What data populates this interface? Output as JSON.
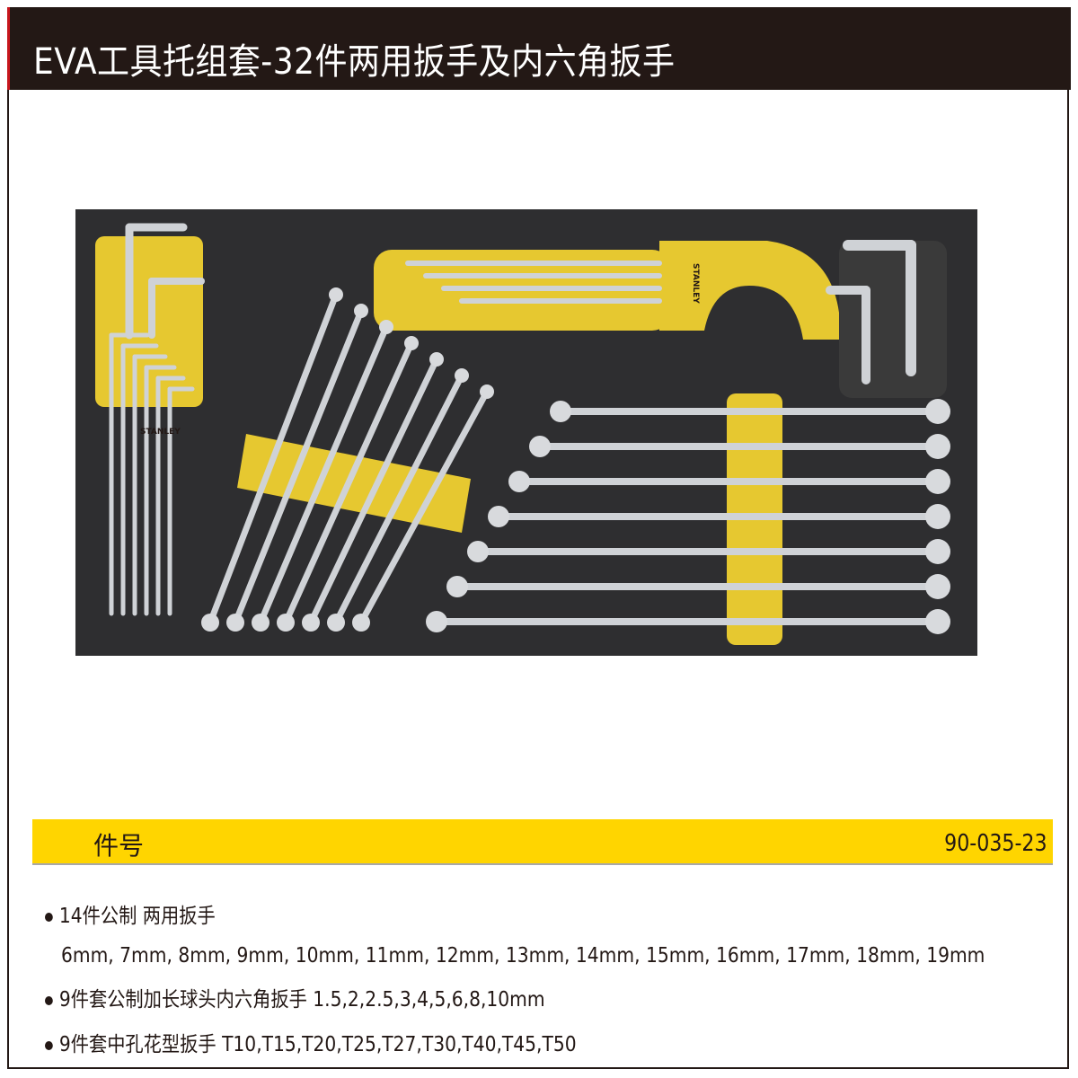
{
  "header": {
    "title": "EVA工具托组套-32件两用扳手及内六角扳手"
  },
  "photo": {
    "logo_text": "STANLEY",
    "tray_color": "#2e2e30",
    "pad_color": "#e6c830"
  },
  "part_bar": {
    "label": "件号",
    "value": "90-035-23",
    "color": "#ffd500"
  },
  "items": [
    {
      "text": "14件公制 两用扳手"
    },
    {
      "text": "6mm, 7mm, 8mm, 9mm, 10mm, 11mm, 12mm, 13mm, 14mm, 15mm, 16mm, 17mm, 18mm, 19mm"
    },
    {
      "text": "9件套公制加长球头内六角扳手 1.5,2,2.5,3,4,5,6,8,10mm"
    },
    {
      "text": "9件套中孔花型扳手 T10,T15,T20,T25,T27,T30,T40,T45,T50"
    }
  ]
}
